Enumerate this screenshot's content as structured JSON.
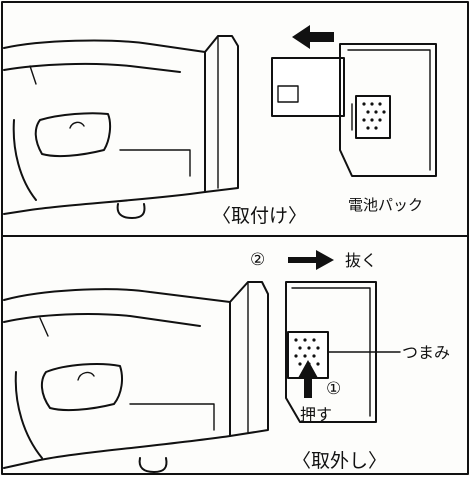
{
  "top_panel": {
    "caption": "〈取付け〉",
    "battery_label": "電池パック"
  },
  "bottom_panel": {
    "caption": "〈取外し〉",
    "step2_marker": "②",
    "step2_label": "抜く",
    "step1_marker": "①",
    "step1_label": "押す",
    "knob_label": "つまみ"
  }
}
